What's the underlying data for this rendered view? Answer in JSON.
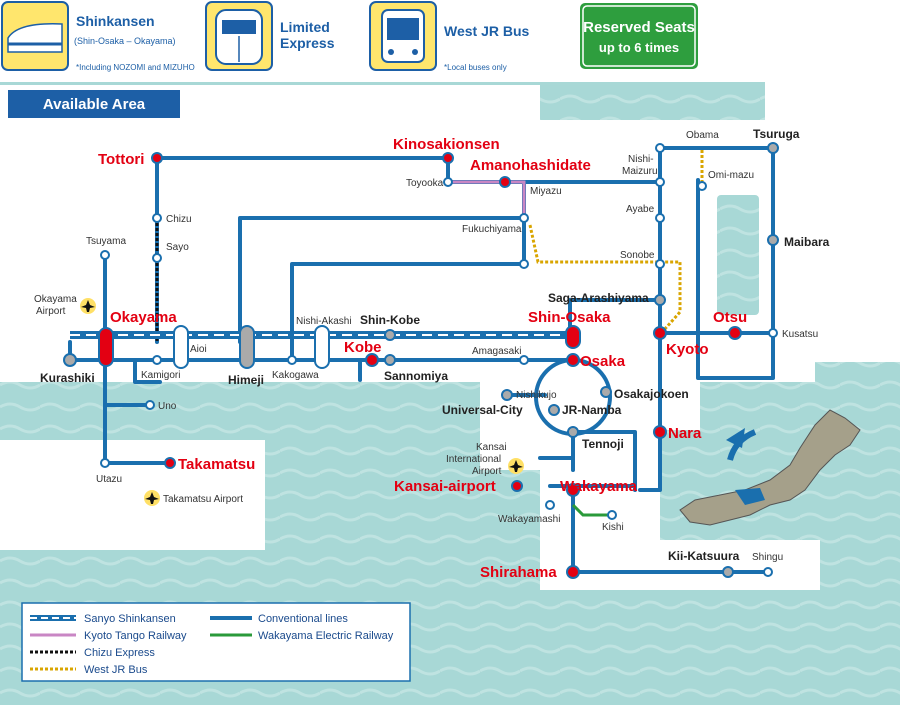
{
  "header": {
    "shinkansen": {
      "title": "Shinkansen",
      "sub": "(Shin-Osaka – Okayama)",
      "note": "*Including NOZOMI and MIZUHO"
    },
    "limited": {
      "line1": "Limited",
      "line2": "Express"
    },
    "bus": {
      "title": "West JR Bus",
      "note": "*Local buses only"
    },
    "reserved": {
      "line1": "Reserved Seats",
      "line2": "up to 6 times"
    }
  },
  "map": {
    "area_title": "Available Area",
    "red_stations": {
      "tottori": "Tottori",
      "kinosakionsen": "Kinosakionsen",
      "amanohashidate": "Amanohashidate",
      "okayama": "Okayama",
      "shin_osaka": "Shin-Osaka",
      "otsu": "Otsu",
      "kobe": "Kobe",
      "kyoto": "Kyoto",
      "osaka": "Osaka",
      "nara": "Nara",
      "takamatsu": "Takamatsu",
      "kansai_airport": "Kansai-airport",
      "wakayama": "Wakayama",
      "shirahama": "Shirahama"
    },
    "bold_stations": {
      "tsuruga": "Tsuruga",
      "maibara": "Maibara",
      "shin_kobe": "Shin-Kobe",
      "saga_arashiyama": "Saga-Arashiyama",
      "kurashiki": "Kurashiki",
      "himeji": "Himeji",
      "sannomiya": "Sannomiya",
      "osakajokoen": "Osakajokoen",
      "universal_city": "Universal-City",
      "jr_namba": "JR-Namba",
      "tennoji": "Tennoji",
      "kii_katsuura": "Kii-Katsuura"
    },
    "small_stations": {
      "obama": "Obama",
      "nishi_maizuru_1": "Nishi-",
      "nishi_maizuru_2": "Maizuru",
      "omi_mazu": "Omi-mazu",
      "toyooka": "Toyooka",
      "miyazu": "Miyazu",
      "chizu": "Chizu",
      "ayabe": "Ayabe",
      "tsuyama": "Tsuyama",
      "sayo": "Sayo",
      "fukuchiyama": "Fukuchiyama",
      "sonobe": "Sonobe",
      "okayama_airport_1": "Okayama",
      "okayama_airport_2": "Airport",
      "nishi_akashi": "Nishi-Akashi",
      "kusatsu": "Kusatsu",
      "aioi": "Aioi",
      "amagasaki": "Amagasaki",
      "kamigori": "Kamigori",
      "kakogawa": "Kakogawa",
      "nishikujo": "Nishikujo",
      "uno": "Uno",
      "kansai_intl_1": "Kansai",
      "kansai_intl_2": "International",
      "kansai_intl_3": "Airport",
      "utazu": "Utazu",
      "takamatsu_airport": "Takamatsu Airport",
      "wakayamashi": "Wakayamashi",
      "kishi": "Kishi",
      "shingu": "Shingu"
    }
  },
  "legend": {
    "sanyo": "Sanyo Shinkansen",
    "conventional": "Conventional lines",
    "tango": "Kyoto Tango Railway",
    "wakayama_elec": "Wakayama Electric Railway",
    "chizu": "Chizu Express",
    "bus": "West JR Bus"
  },
  "colors": {
    "sea": "#a8d8d6",
    "land": "#ffffff",
    "conventional": "#1a6fae",
    "shinkansen": "#1a6fae",
    "tango": "#c986c4",
    "wakayama_electric": "#2a9a3a",
    "chizu": "#111111",
    "bus": "#d9a500",
    "red_station": "#e30012",
    "header_yellow": "#ffe66d",
    "reserved_green": "#2e9e3e"
  }
}
